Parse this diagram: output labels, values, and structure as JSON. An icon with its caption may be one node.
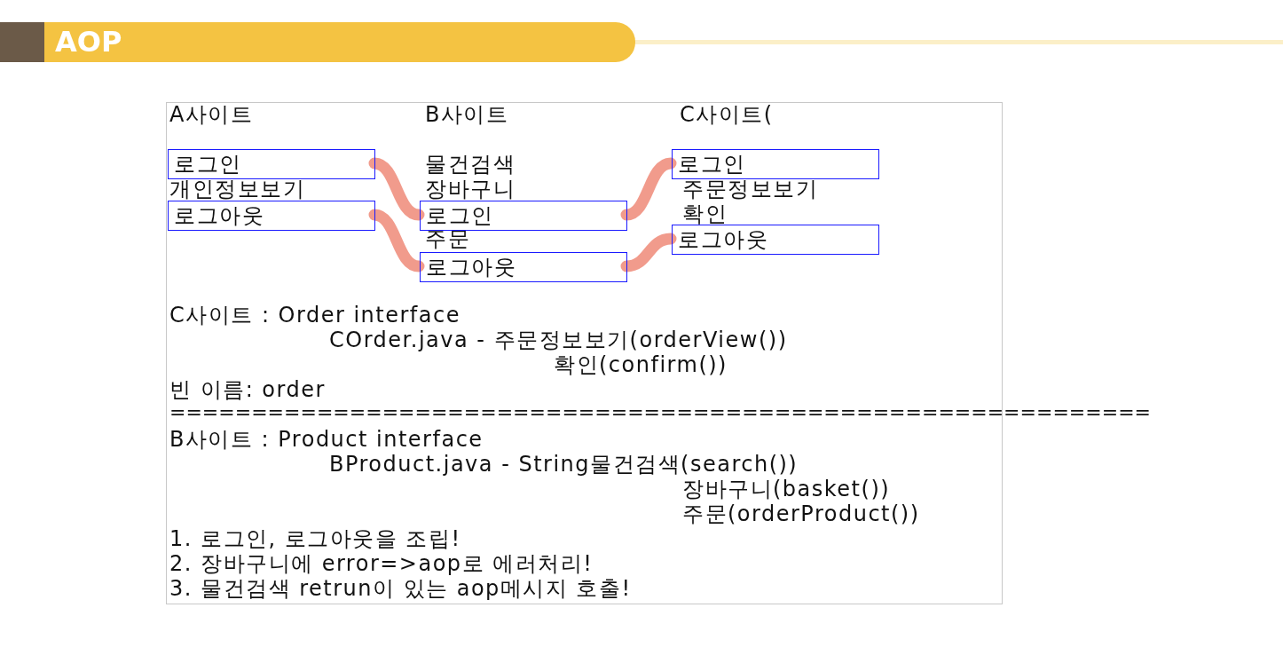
{
  "diagram": {
    "title": "AOP",
    "nodes": [
      {
        "text": [
          "로그인"
        ]
      },
      {
        "text": [
          "로그아웃"
        ]
      },
      {
        "text": [
          "로그인"
        ]
      },
      {
        "text": [
          "로그아웃"
        ]
      },
      {
        "text": [
          "로그인"
        ]
      },
      {
        "text": [
          "로그아웃"
        ]
      }
    ],
    "edges": [
      {
        "from": 0,
        "to": 2,
        "arrow": "none"
      },
      {
        "from": 2,
        "to": 4,
        "arrow": "none"
      },
      {
        "from": 1,
        "to": 3,
        "arrow": "none"
      },
      {
        "from": 3,
        "to": 5,
        "arrow": "none"
      }
    ],
    "labels": [
      "A사이트",
      "B사이트",
      "C사이트(",
      "물건검색",
      "개인정보보기",
      "장바구니",
      "주문정보보기",
      "확인",
      "주문",
      "C사이트 : Order interface",
      "COrder.java - 주문정보보기(orderView())",
      "확인(confirm())",
      "빈 이름: order",
      "============================================================",
      "B사이트 : Product interface",
      "BProduct.java - String물건검색(search())",
      "장바구니(basket())",
      "주문(orderProduct())",
      "1. 로그인, 로그아웃을 조립!",
      "2. 장바구니에 error=>aop로 에러처리!",
      "3. 물건검색 retrun이 있는 aop메시지 호출!"
    ]
  }
}
